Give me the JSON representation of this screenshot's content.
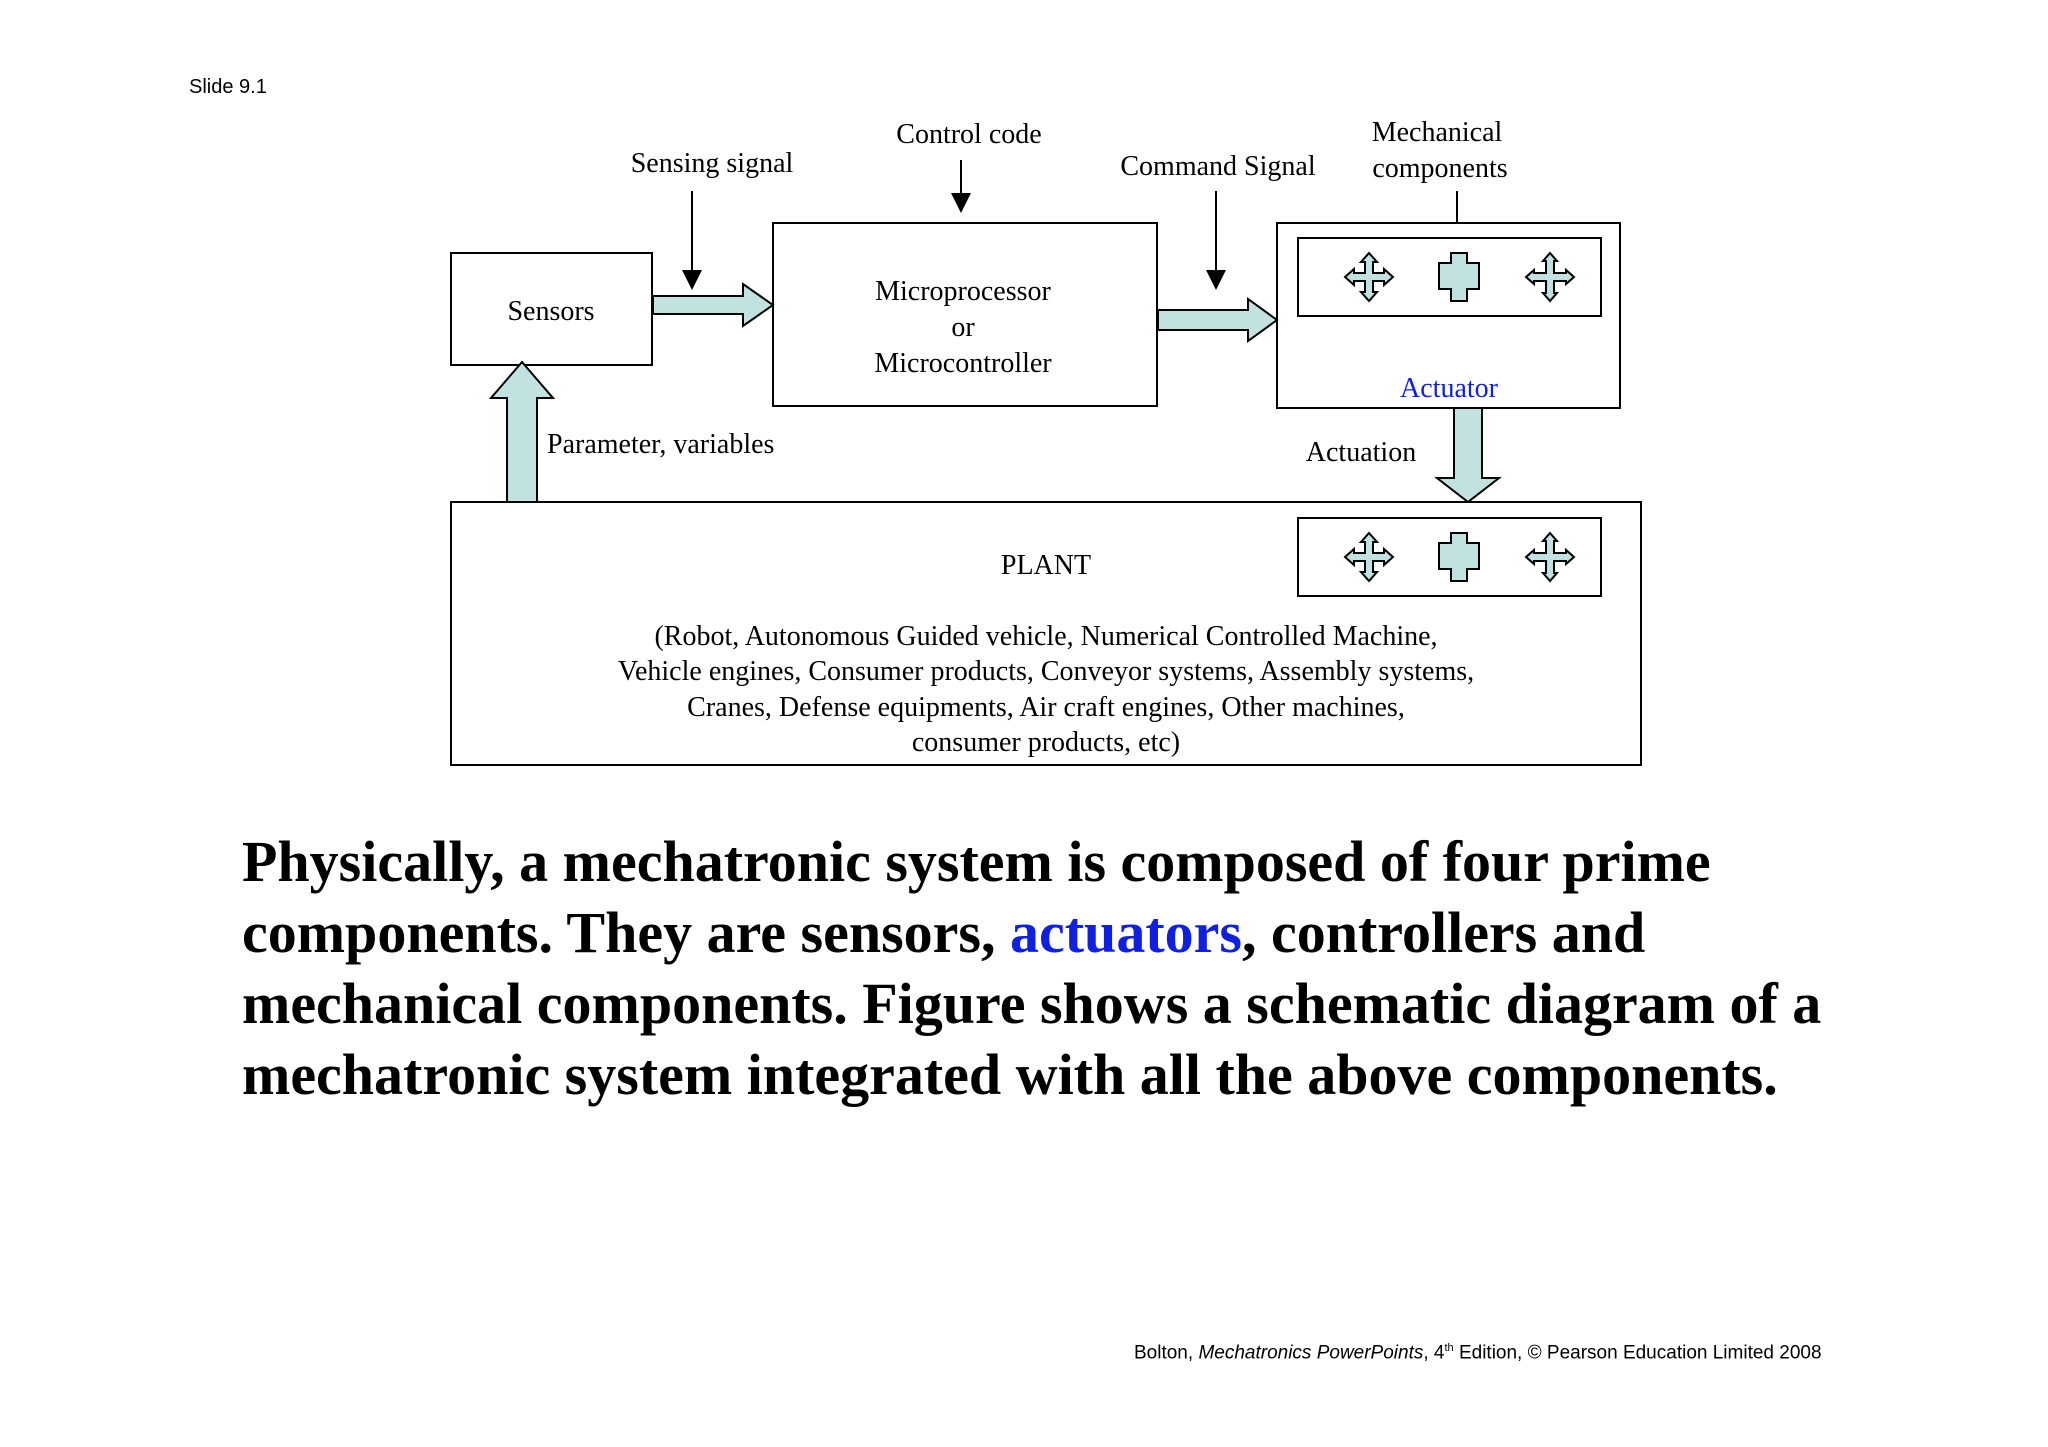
{
  "slide": {
    "number_label": "Slide 9.1"
  },
  "diagram": {
    "sensing_signal": "Sensing signal",
    "control_code": "Control code",
    "command_signal": "Command Signal",
    "mechanical_components_line1": "Mechanical",
    "mechanical_components_line2": "components",
    "sensors": "Sensors",
    "processor_line1": "Microprocessor",
    "processor_line2": "or",
    "processor_line3": "Microcontroller",
    "actuator": "Actuator",
    "actuation": "Actuation",
    "parameter": "Parameter, variables",
    "plant": "PLANT",
    "plant_list": [
      "(Robot, Autonomous Guided vehicle, Numerical Controlled Machine,",
      "Vehicle engines, Consumer products, Conveyor systems, Assembly systems,",
      "Cranes, Defense equipments, Air craft engines, Other machines,",
      "consumer products, etc)"
    ],
    "colors": {
      "arrow_fill": "#c2e1e1",
      "actuator_label": "#1020e0"
    }
  },
  "body": {
    "line1": "Physically, a mechatronic system is composed of four prime",
    "line2_pre": "components. They are sensors, ",
    "line2_accent": "actuators",
    "line2_post": ", controllers and",
    "line3": "mechanical components. Figure shows a schematic diagram of a",
    "line4": "mechatronic system integrated with all the above components.",
    "accent_color": "#1020e0"
  },
  "footer": {
    "author": "Bolton, ",
    "book": "Mechatronics PowerPoints",
    "edition_num": ", 4",
    "edition_sup": "th",
    "rest": " Edition, © Pearson Education Limited 2008"
  }
}
